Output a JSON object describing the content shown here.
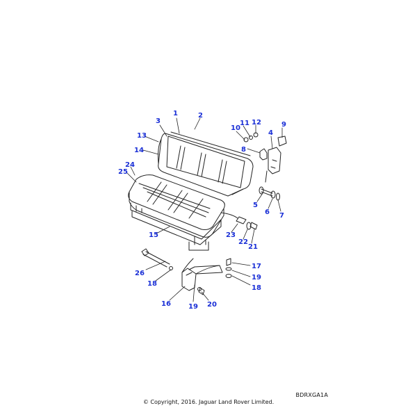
{
  "diagram": {
    "callouts": [
      "1",
      "2",
      "3",
      "4",
      "5",
      "6",
      "7",
      "8",
      "9",
      "10",
      "11",
      "12",
      "13",
      "14",
      "15",
      "16",
      "17",
      "18",
      "18",
      "19",
      "19",
      "20",
      "21",
      "22",
      "23",
      "24",
      "25",
      "26"
    ],
    "reference_code": "BDRXGA1A",
    "copyright": "© Copyright, 2016. Jaguar Land Rover Limited."
  }
}
